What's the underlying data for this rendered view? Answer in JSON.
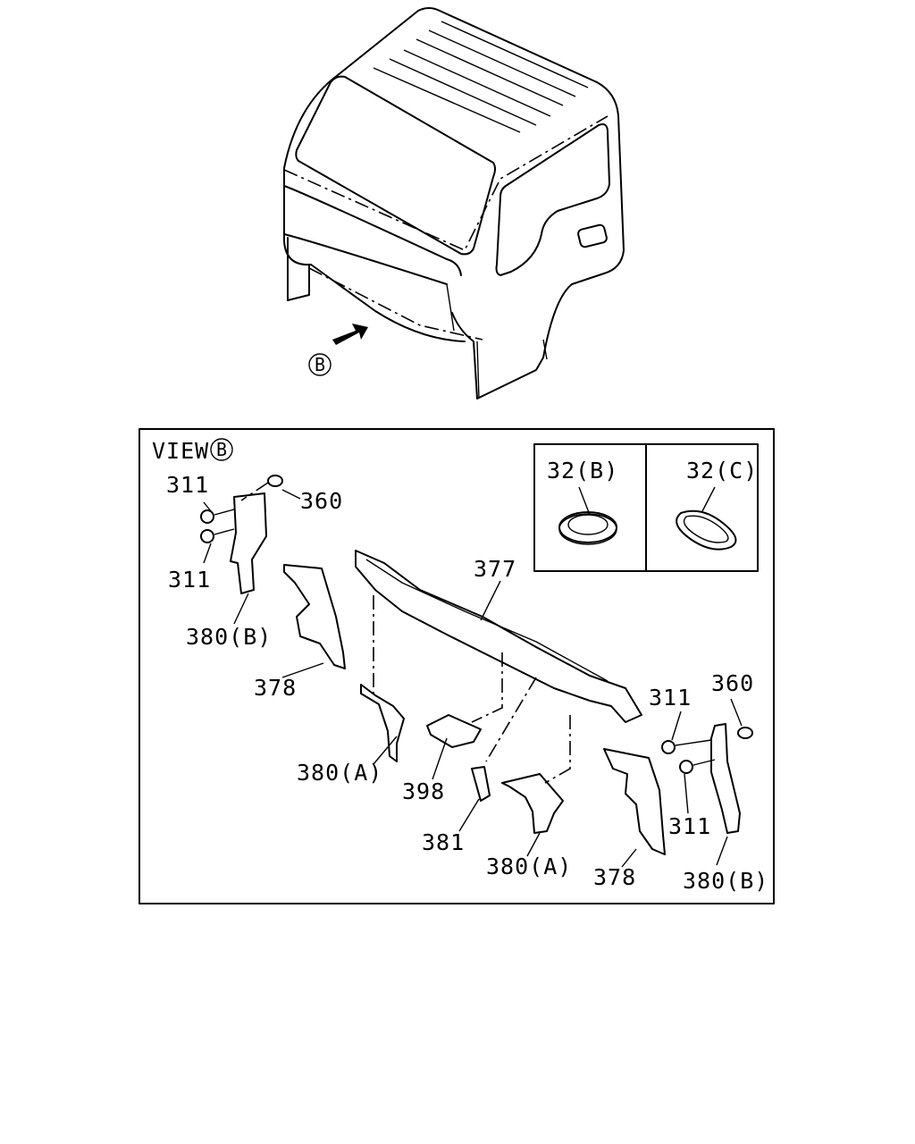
{
  "top_view": {
    "view_marker": "B"
  },
  "view_box": {
    "title": "VIEW",
    "marker": "B"
  },
  "inset": {
    "left_label": "32(B)",
    "right_label": "32(C)"
  },
  "callouts": {
    "c311_a": "311",
    "c360_a": "360",
    "c311_b": "311",
    "c380b_a": "380(B)",
    "c378_a": "378",
    "c377": "377",
    "c380a_a": "380(A)",
    "c398": "398",
    "c381": "381",
    "c380a_b": "380(A)",
    "c378_b": "378",
    "c311_c": "311",
    "c360_b": "360",
    "c311_d": "311",
    "c380b_b": "380(B)"
  },
  "colors": {
    "line": "#000000",
    "background": "#ffffff"
  }
}
